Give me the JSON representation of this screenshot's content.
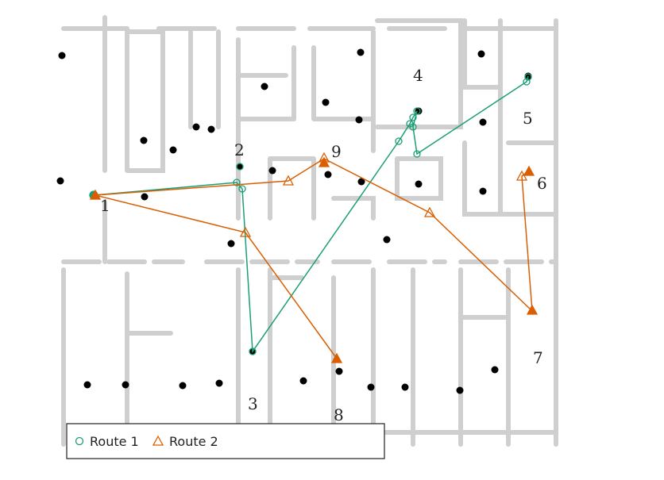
{
  "colors": {
    "route1": "#1b9e77",
    "route2": "#d95f02",
    "walls": "#cfcfcf",
    "points": "#000000"
  },
  "room_labels": [
    "1",
    "2",
    "3",
    "4",
    "5",
    "6",
    "7",
    "8",
    "9"
  ],
  "legend": {
    "route1_label": "Route 1",
    "route1_marker": "circle",
    "route2_label": "Route 2",
    "route2_marker": "triangle"
  }
}
